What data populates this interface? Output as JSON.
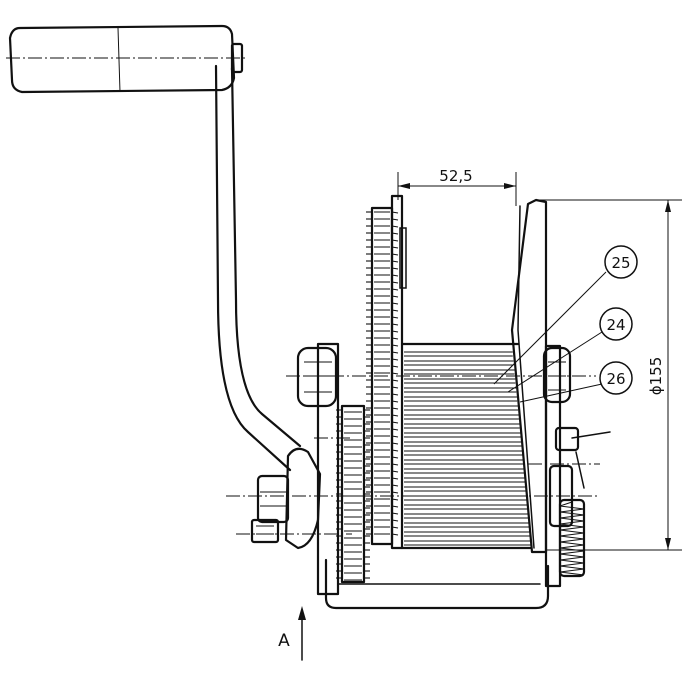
{
  "dimensions": {
    "width": "52,5",
    "diameter": "ϕ155"
  },
  "callouts": [
    {
      "id": "callout-25",
      "label": "25"
    },
    {
      "id": "callout-24",
      "label": "24"
    },
    {
      "id": "callout-26",
      "label": "26"
    }
  ],
  "view_marker": "A"
}
